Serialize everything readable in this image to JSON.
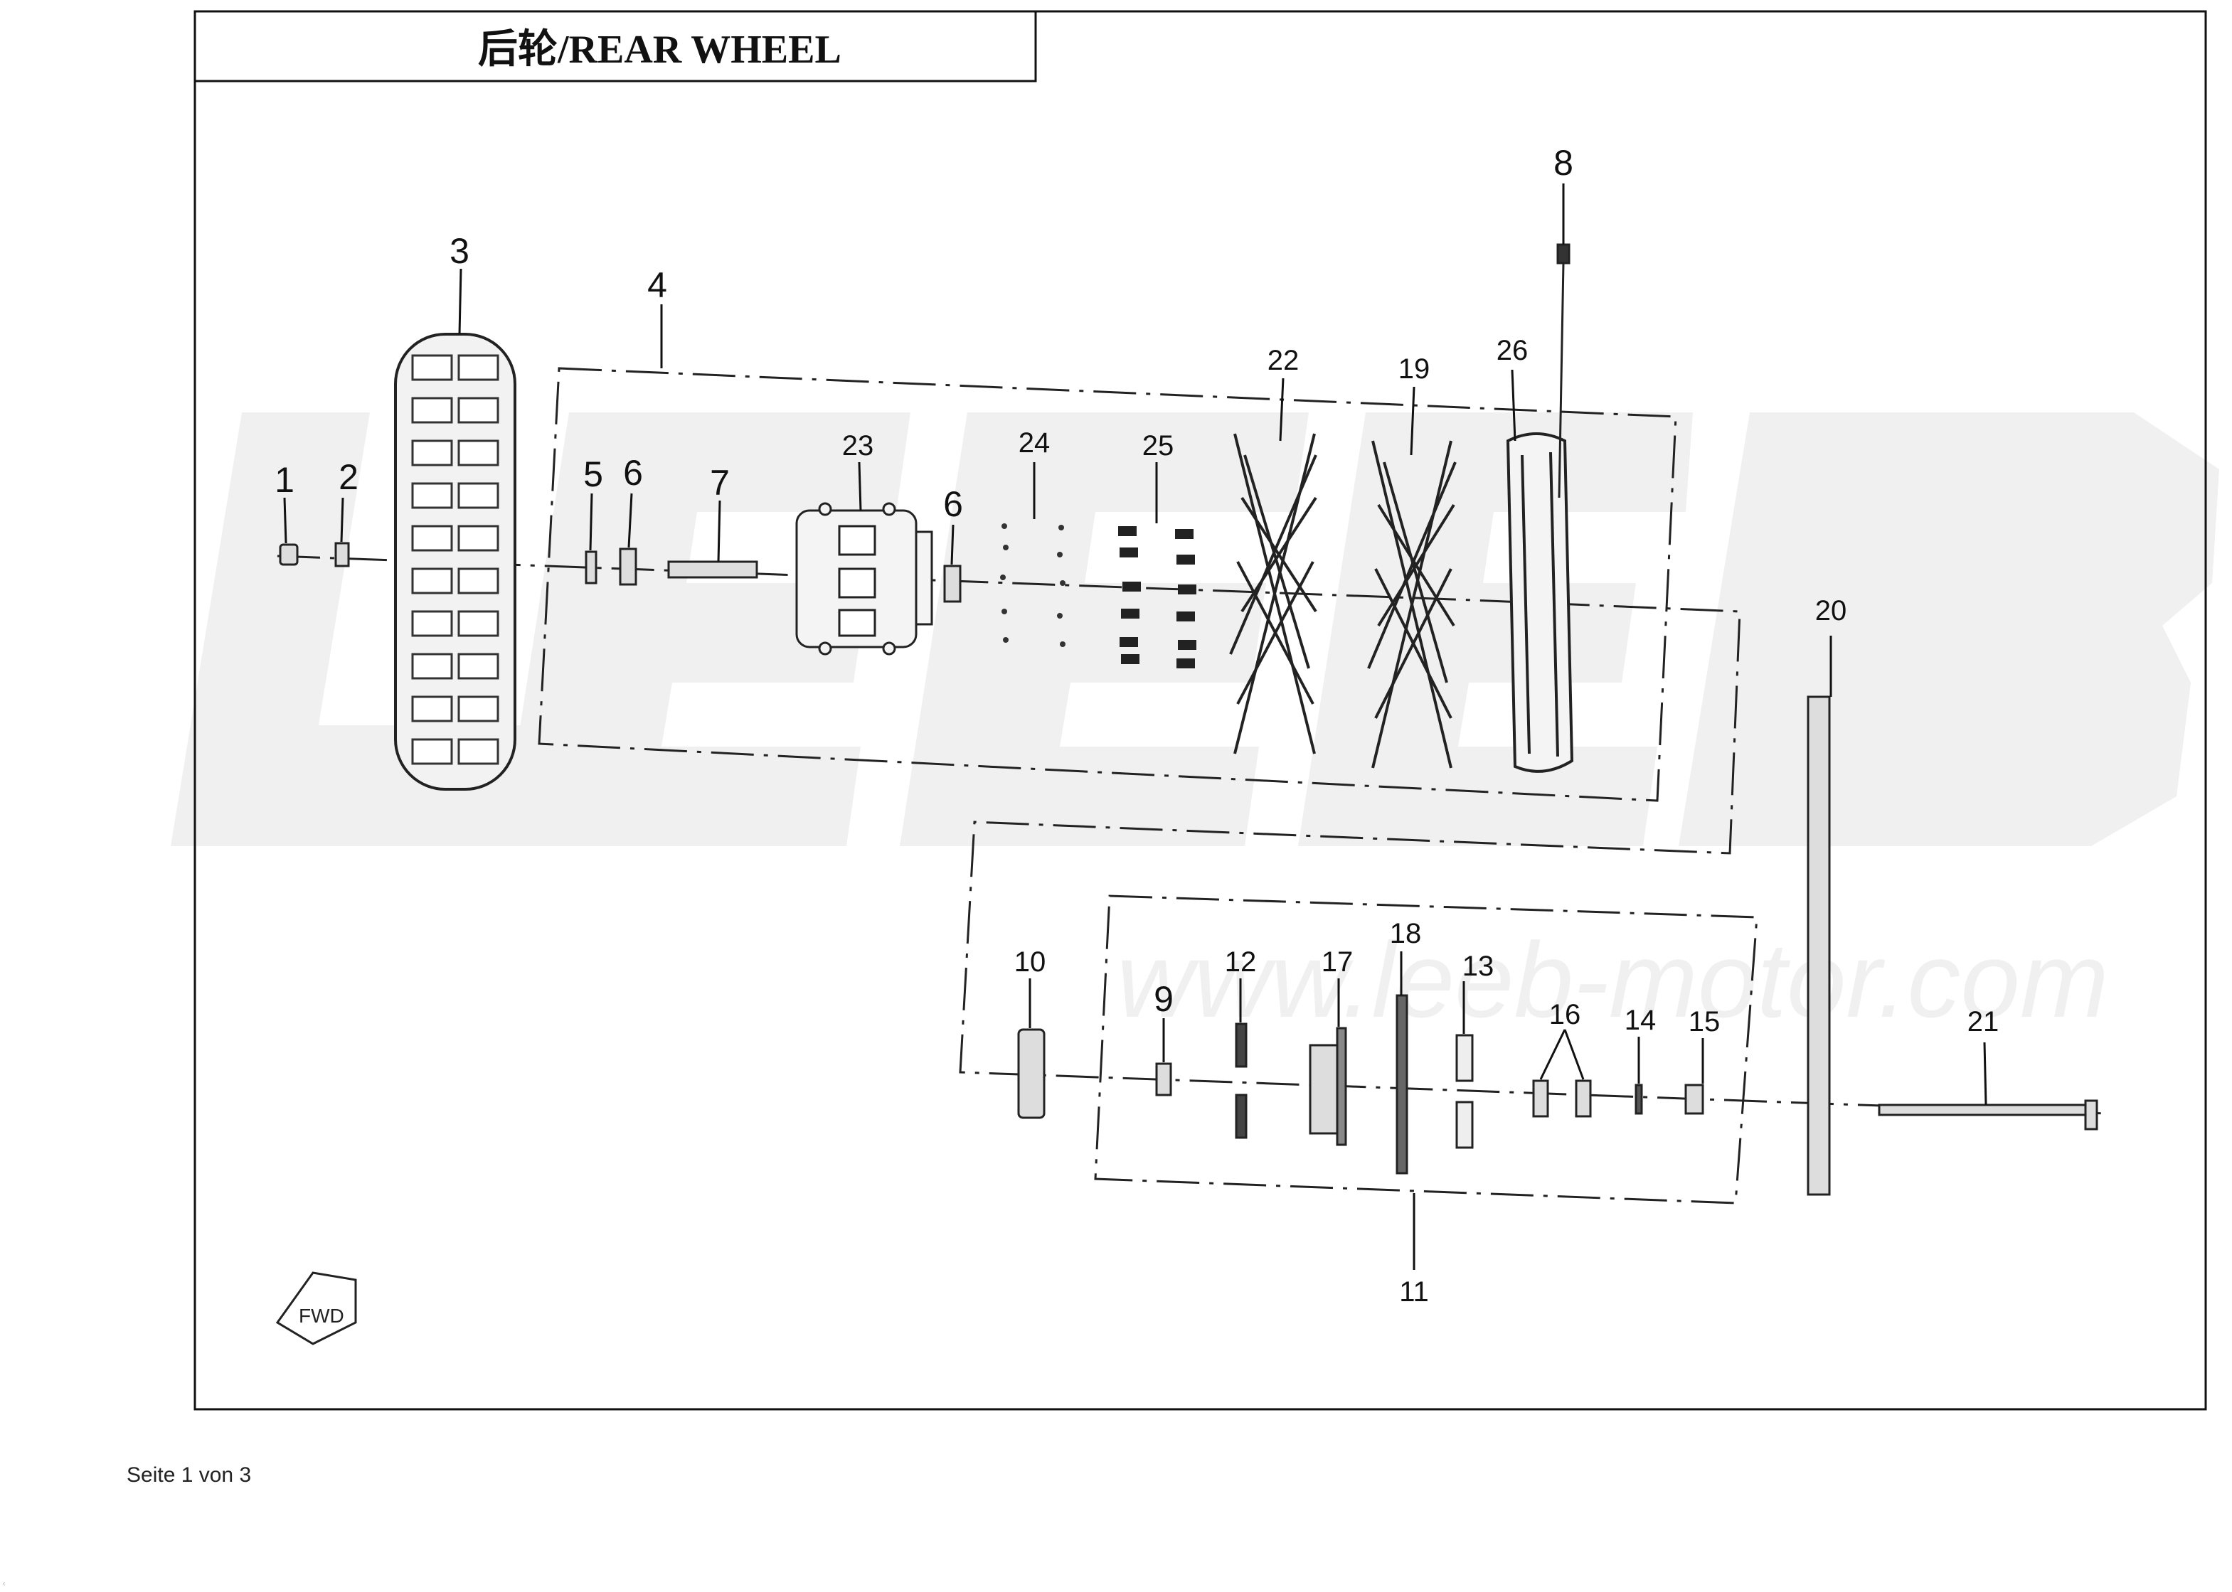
{
  "title": "后轮/REAR WHEEL",
  "watermark": {
    "logo": "LEEB",
    "url": "www.leeb-motor.com",
    "color": "#efefef"
  },
  "footer": "Seite 1 von 3",
  "corner_mark": "‹",
  "fwd_label": "FWD",
  "callouts": [
    "1",
    "2",
    "3",
    "4",
    "5",
    "6",
    "6",
    "7",
    "8",
    "9",
    "10",
    "11",
    "12",
    "13",
    "14",
    "15",
    "16",
    "17",
    "18",
    "19",
    "20",
    "21",
    "22",
    "23",
    "24",
    "25",
    "26"
  ],
  "colors": {
    "line": "#111111",
    "part": "#333333",
    "fill": "#eeeeee"
  }
}
